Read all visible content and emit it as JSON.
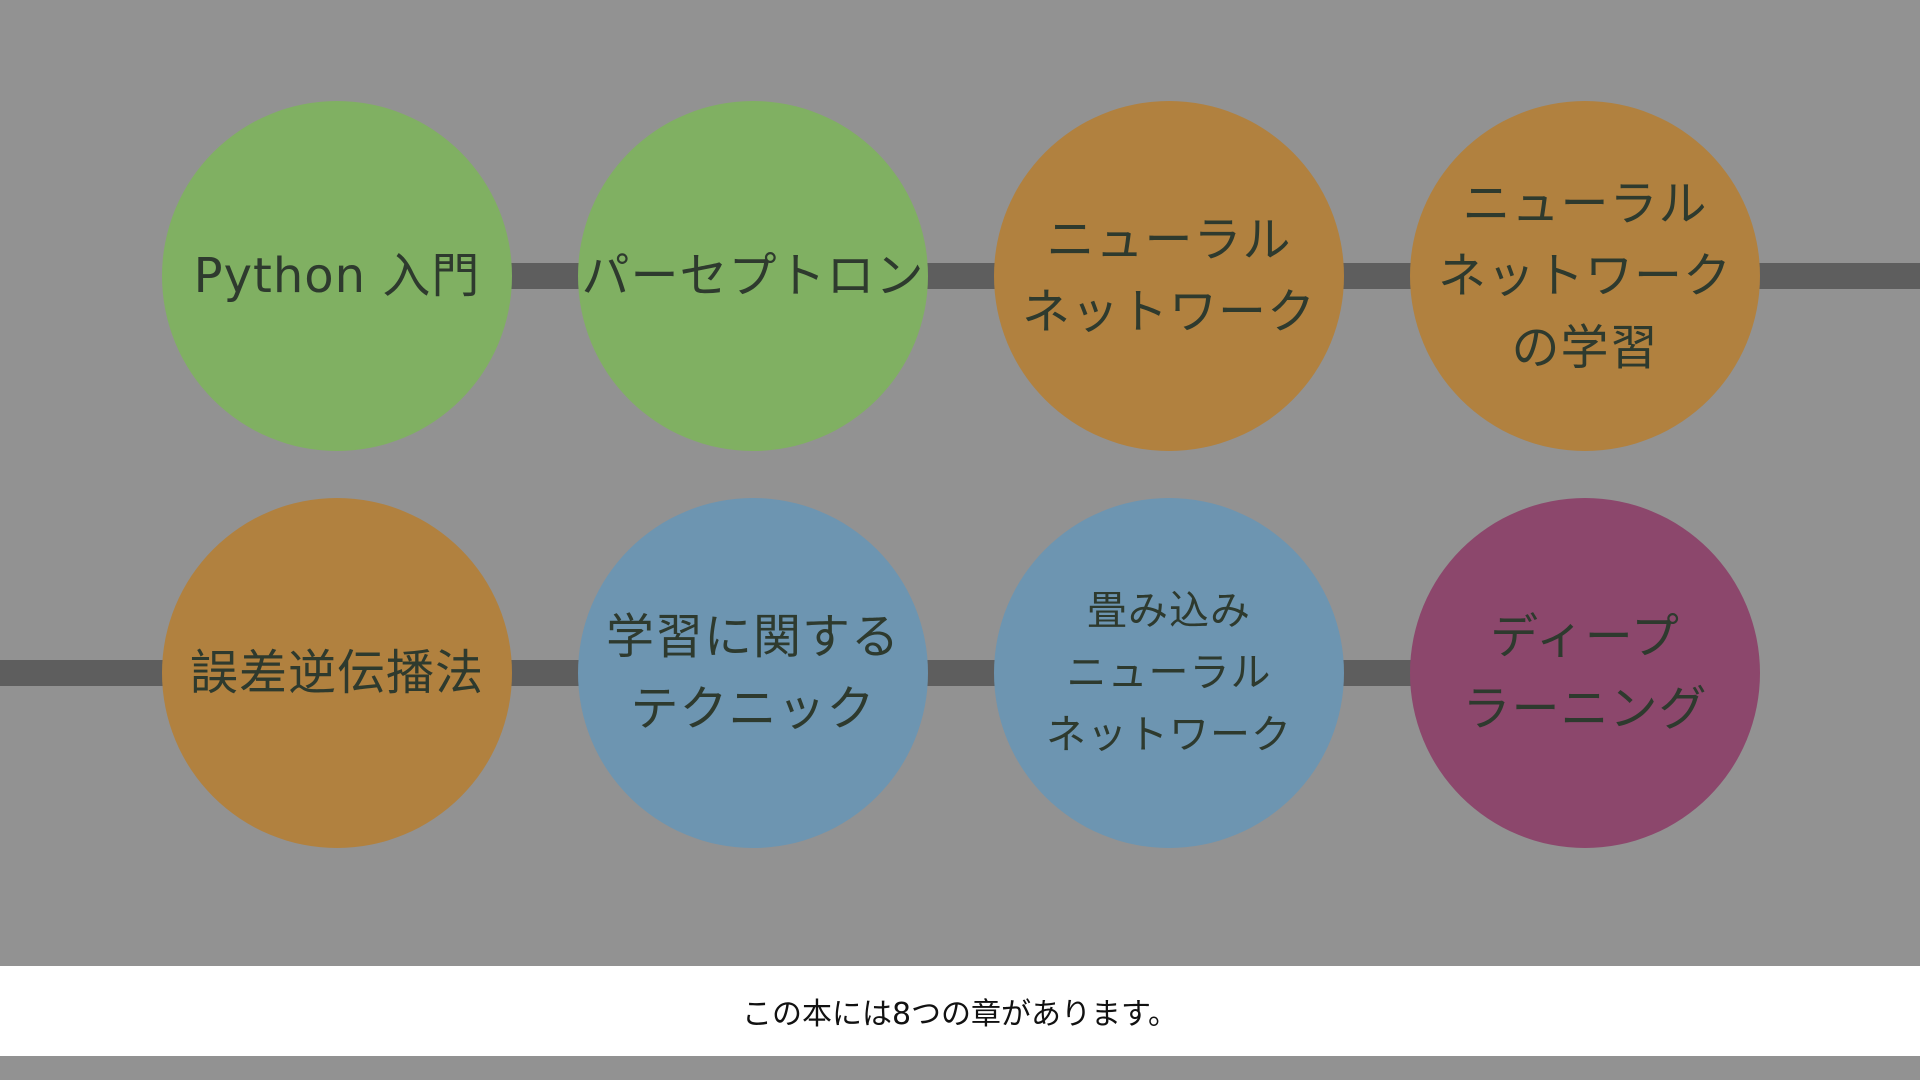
{
  "colors": {
    "background": "#929292",
    "connector": "#5e5e5e",
    "green": "#80b062",
    "orange": "#b1813f",
    "blue": "#6d95b1",
    "purple": "#8c476c"
  },
  "chapters": [
    {
      "lines": [
        "Python 入門"
      ],
      "color": "green"
    },
    {
      "lines": [
        "パーセプトロン"
      ],
      "color": "green"
    },
    {
      "lines": [
        "ニューラル",
        "ネットワーク"
      ],
      "color": "orange"
    },
    {
      "lines": [
        "ニューラル",
        "ネットワーク",
        "の学習"
      ],
      "color": "orange"
    },
    {
      "lines": [
        "誤差逆伝播法"
      ],
      "color": "orange"
    },
    {
      "lines": [
        "学習に関する",
        "テクニック"
      ],
      "color": "blue"
    },
    {
      "lines": [
        "畳み込み",
        "ニューラル",
        "ネットワーク"
      ],
      "color": "blue"
    },
    {
      "lines": [
        "ディープ",
        "ラーニング"
      ],
      "color": "purple"
    }
  ],
  "caption": "この本には8つの章があります。"
}
